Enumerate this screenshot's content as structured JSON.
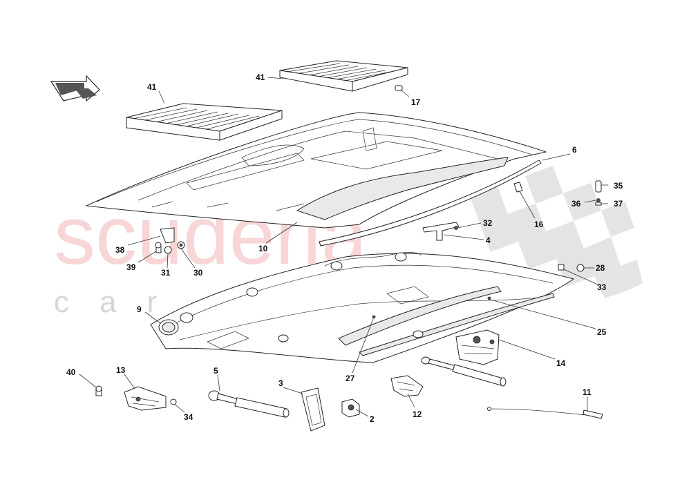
{
  "watermark": {
    "brand": "scuderia",
    "subtitle": "car parts"
  },
  "callouts": [
    {
      "id": "c41a",
      "label": "41"
    },
    {
      "id": "c41b",
      "label": "41"
    },
    {
      "id": "c17",
      "label": "17"
    },
    {
      "id": "c6",
      "label": "6"
    },
    {
      "id": "c35",
      "label": "35"
    },
    {
      "id": "c36",
      "label": "36"
    },
    {
      "id": "c37",
      "label": "37"
    },
    {
      "id": "c16",
      "label": "16"
    },
    {
      "id": "c32",
      "label": "32"
    },
    {
      "id": "c4",
      "label": "4"
    },
    {
      "id": "c38",
      "label": "38"
    },
    {
      "id": "c39",
      "label": "39"
    },
    {
      "id": "c31",
      "label": "31"
    },
    {
      "id": "c30",
      "label": "30"
    },
    {
      "id": "c10",
      "label": "10"
    },
    {
      "id": "c28",
      "label": "28"
    },
    {
      "id": "c33",
      "label": "33"
    },
    {
      "id": "c9",
      "label": "9"
    },
    {
      "id": "c25",
      "label": "25"
    },
    {
      "id": "c14",
      "label": "14"
    },
    {
      "id": "c27",
      "label": "27"
    },
    {
      "id": "c40",
      "label": "40"
    },
    {
      "id": "c13",
      "label": "13"
    },
    {
      "id": "c5",
      "label": "5"
    },
    {
      "id": "c3",
      "label": "3"
    },
    {
      "id": "c2",
      "label": "2"
    },
    {
      "id": "c12",
      "label": "12"
    },
    {
      "id": "c34",
      "label": "34"
    },
    {
      "id": "c11",
      "label": "11"
    }
  ]
}
